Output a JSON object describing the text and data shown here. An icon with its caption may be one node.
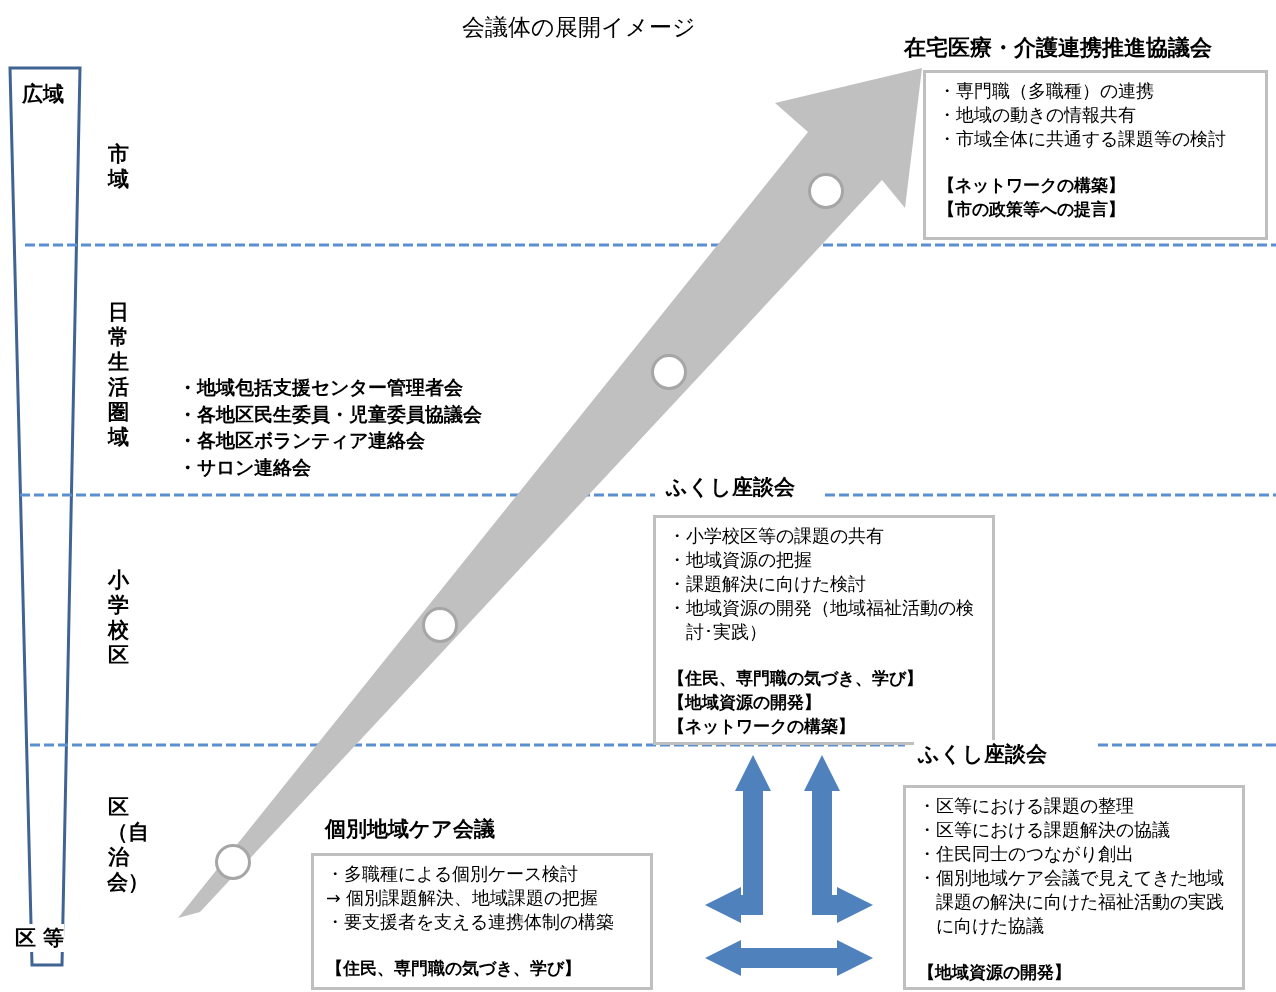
{
  "diagram": {
    "title": "会議体の展開イメージ",
    "nodes": [
      {
        "text": [
          "在宅医療・介護連携推進協議会",
          "・専門職（多職種）の連携",
          "・地域の動きの情報共有",
          "・市域全体に共通する課題等の検討",
          "【ネットワークの構築】",
          "【市の政策等への提言】"
        ]
      },
      {
        "text": [
          "ふくし座談会",
          "・小学校区等の課題の共有",
          "・地域資源の把握",
          "・課題解決に向けた検討",
          "・地域資源の開発（地域福祉活動の検討･実践）",
          "【住民、専門職の気づき、学び】",
          "【地域資源の開発】",
          "【ネットワークの構築】"
        ]
      },
      {
        "text": [
          "ふくし座談会",
          "・区等における課題の整理",
          "・区等における課題解決の協議",
          "・住民同士のつながり創出",
          "・個別地域ケア会議で見えてきた地域課題の解決に向けた福祉活動の実践に向けた協議",
          "【地域資源の開発】"
        ]
      },
      {
        "text": [
          "個別地域ケア会議",
          "・多職種による個別ケース検討",
          "→ 個別課題解決、地域課題の把握",
          "・要支援者を支える連携体制の構築",
          "【住民、専門職の気づき、学び】"
        ]
      },
      {
        "text": [],
        "shape": "circle"
      },
      {
        "text": [],
        "shape": "circle"
      },
      {
        "text": [],
        "shape": "circle"
      },
      {
        "text": [],
        "shape": "circle"
      }
    ],
    "edges": [
      {
        "from": null,
        "to": 0,
        "arrow": "to",
        "color": "#c0c0c0"
      },
      {
        "from": 3,
        "to": 1,
        "arrow": "both"
      },
      {
        "from": 2,
        "to": 1,
        "arrow": "both"
      },
      {
        "from": 3,
        "to": 2,
        "arrow": "both"
      }
    ],
    "labels": [
      "広域",
      "市域",
      "日常生活圏域",
      "・地域包括支援センター管理者会",
      "・各地区民生委員・児童委員協議会",
      "・各地区ボランティア連絡会",
      "・サロン連絡会",
      "小学校区",
      "区（自治会）",
      "区 等"
    ]
  }
}
